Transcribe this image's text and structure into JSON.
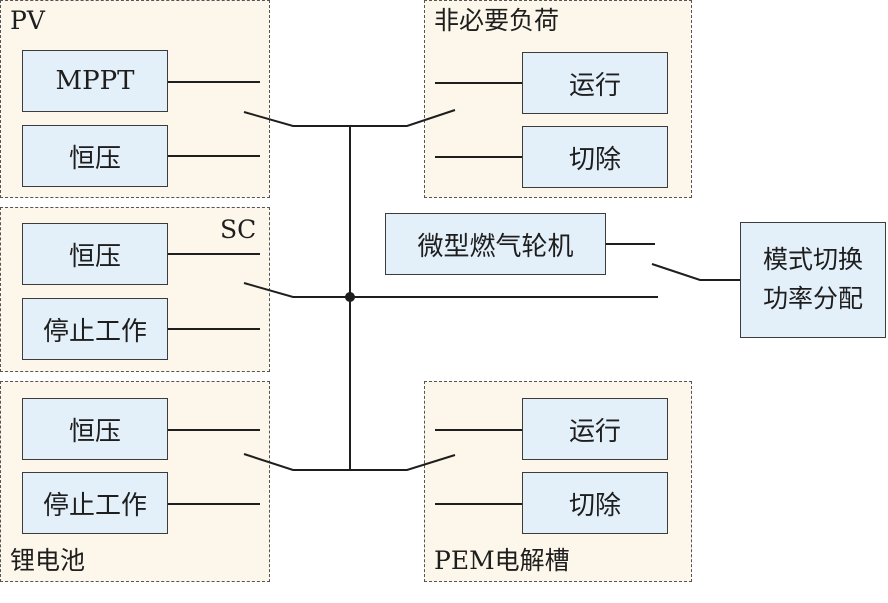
{
  "pv": {
    "title": "PV",
    "mode1": "MPPT",
    "mode2": "恒压"
  },
  "sc": {
    "title": "SC",
    "mode1": "恒压",
    "mode2": "停止工作"
  },
  "battery": {
    "title": "锂电池",
    "mode1": "恒压",
    "mode2": "停止工作"
  },
  "load": {
    "title": "非必要负荷",
    "mode1": "运行",
    "mode2": "切除"
  },
  "electrolyzer": {
    "title": "PEM电解槽",
    "mode1": "运行",
    "mode2": "切除"
  },
  "turbine": {
    "label": "微型燃气轮机"
  },
  "controller": {
    "line1": "模式切换",
    "line2": "功率分配"
  }
}
